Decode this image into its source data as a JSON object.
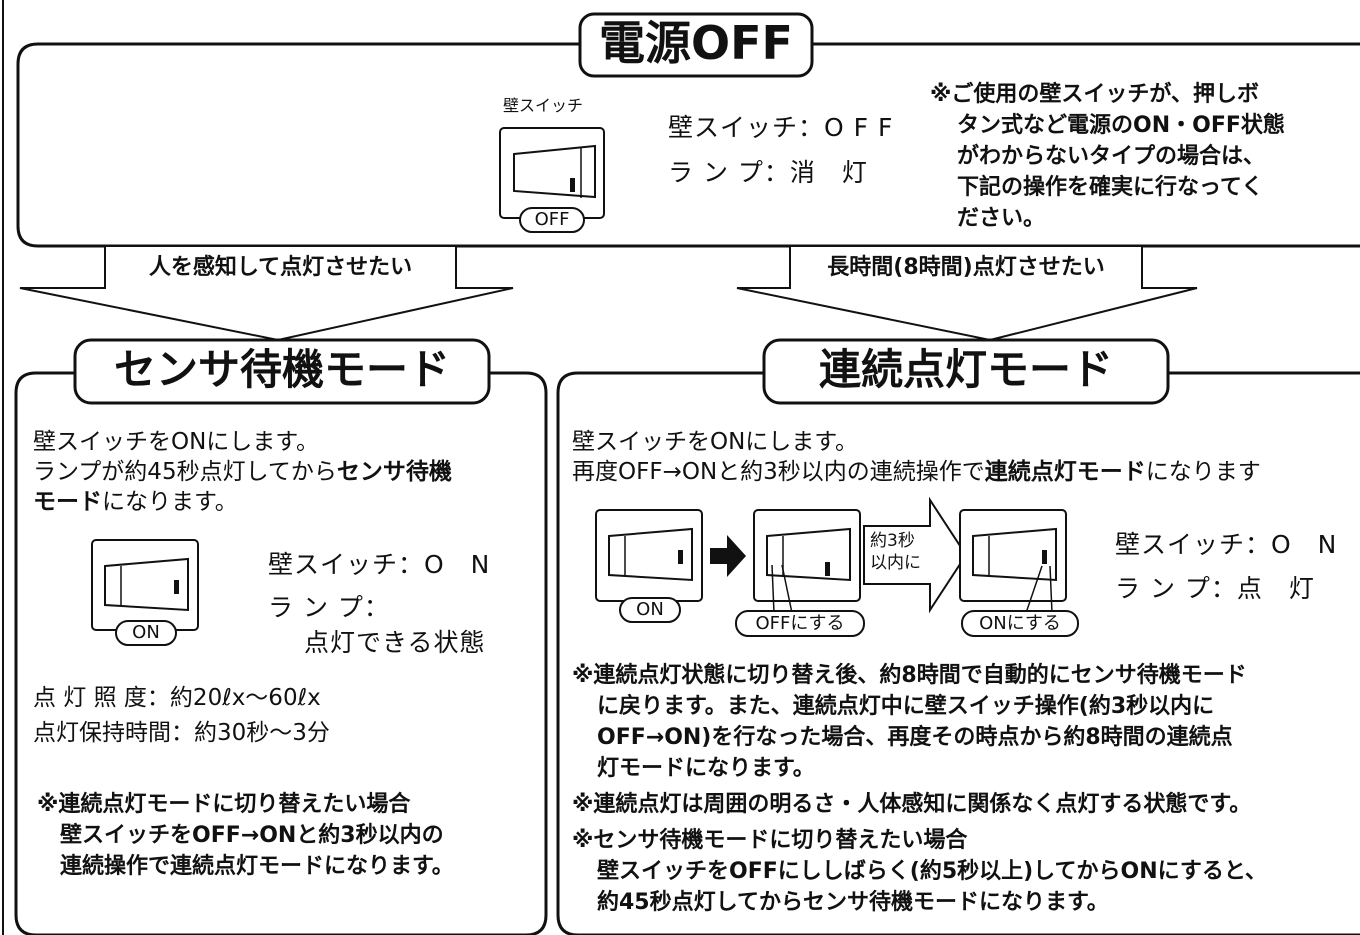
{
  "top": {
    "title": "電源OFF",
    "switch_caption": "壁スイッチ",
    "switch_state": "OFF",
    "status_switch": "壁スイッチ：O F F",
    "status_lamp": "ラ ン プ：消　灯",
    "note": [
      "※ご使用の壁スイッチが、押しボ",
      "タン式など電源のON・OFF状態",
      "がわからないタイプの場合は、",
      "下記の操作を確実に行なってく",
      "ださい。"
    ]
  },
  "arrows": {
    "left": "人を感知して点灯させたい",
    "right": "長時間(8時間)点灯させたい"
  },
  "sensor": {
    "title": "センサ待機モード",
    "line1": "壁スイッチをONにします。",
    "line2a": "ランプが約45秒点灯してから",
    "line2b": "センサ待機",
    "line3a": "モード",
    "line3b": "になります。",
    "switch_state": "ON",
    "status_switch": "壁スイッチ：O　N",
    "status_lamp": "ラ ン プ：",
    "status_lamp2": "点灯できる状態",
    "illuminance": "点 灯 照 度：約20ℓx〜60ℓx",
    "hold_time": "点灯保持時間：約30秒〜3分",
    "note": [
      "※連続点灯モードに切り替えたい場合",
      "壁スイッチをOFF→ONと約3秒以内の",
      "連続操作で連続点灯モードになります。"
    ]
  },
  "continuous": {
    "title": "連続点灯モード",
    "line1": "壁スイッチをONにします。",
    "line2a": "再度OFF→ONと約3秒以内の連続操作で",
    "line2b": "連続点灯モード",
    "line2c": "になります",
    "sw1_state": "ON",
    "sw2_state": "OFFにする",
    "sw3_state": "ONにする",
    "timing_arrow": [
      "約3秒",
      "以内に"
    ],
    "status_switch": "壁スイッチ：O　N",
    "status_lamp": "ラ ン プ：点　灯",
    "notes": [
      "※連続点灯状態に切り替え後、約8時間で自動的にセンサ待機モード",
      "に戻ります。また、連続点灯中に壁スイッチ操作(約3秒以内に",
      "OFF→ON)を行なった場合、再度その時点から約8時間の連続点",
      "灯モードになります。",
      "※連続点灯は周囲の明るさ・人体感知に関係なく点灯する状態です。",
      "※センサ待機モードに切り替えたい場合",
      "壁スイッチをOFFにししばらく(約5秒以上)してからONにすると、",
      "約45秒点灯してからセンサ待機モードになります。"
    ]
  }
}
